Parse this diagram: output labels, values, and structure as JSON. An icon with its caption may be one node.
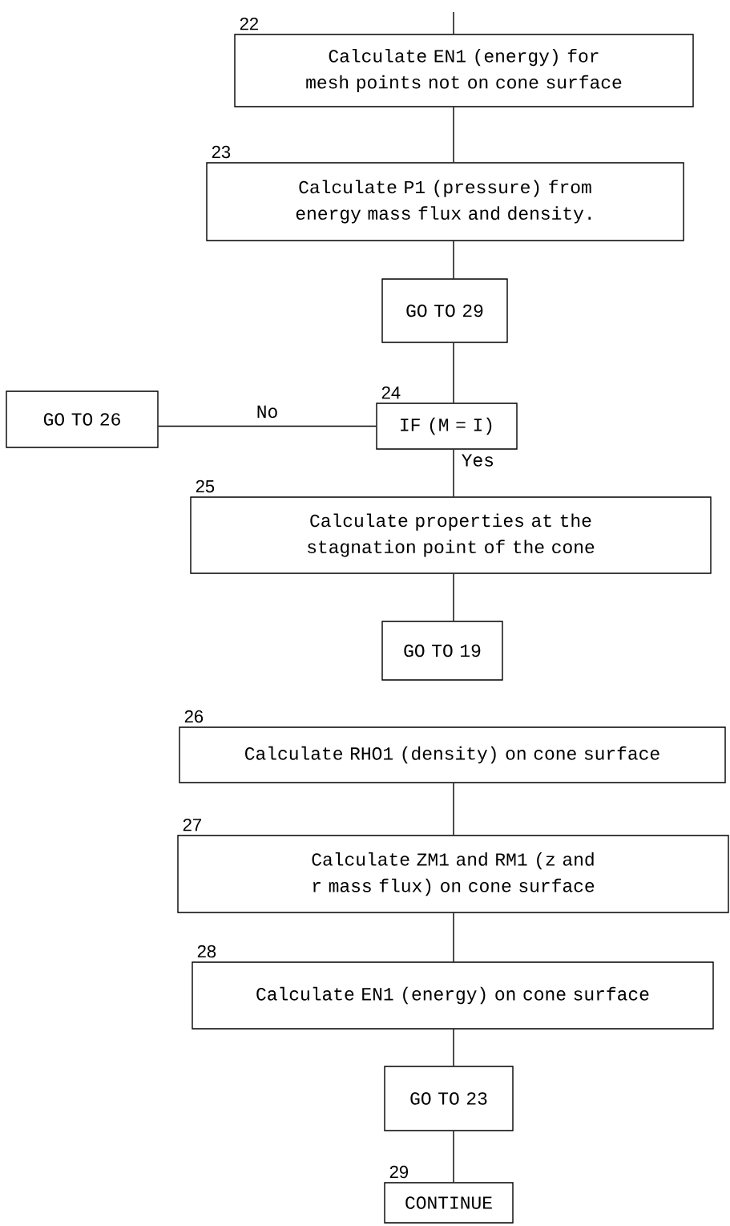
{
  "diagram": {
    "nodes": [
      {
        "text": [
          "Calculate EN1 (energy) for mesh points not on cone surface"
        ],
        "beside": [
          "22"
        ]
      },
      {
        "text": [
          "Calculate P1 (pressure) from energy mass flux and density."
        ],
        "beside": [
          "23"
        ]
      },
      {
        "text": [
          "GO TO 29"
        ]
      },
      {
        "text": [
          "IF (M = I)"
        ],
        "beside": [
          "24"
        ]
      },
      {
        "text": [
          "GO TO 26"
        ]
      },
      {
        "text": [
          "Calculate properties at the stagnation point of the cone"
        ],
        "beside": [
          "25"
        ]
      },
      {
        "text": [
          "GO TO 19"
        ]
      },
      {
        "text": [
          "Calculate RHO1 (density) on cone surface"
        ],
        "beside": [
          "26"
        ]
      },
      {
        "text": [
          "Calculate ZM1 and RM1 (z and r mass flux) on cone surface"
        ],
        "beside": [
          "27"
        ]
      },
      {
        "text": [
          "Calculate EN1 (energy) on cone surface"
        ],
        "beside": [
          "28"
        ]
      },
      {
        "text": [
          "GO TO 23"
        ]
      },
      {
        "text": [
          "CONTINUE"
        ],
        "beside": [
          "29"
        ]
      }
    ],
    "edges": [
      {
        "from": null,
        "to": 0,
        "arrow": "none"
      },
      {
        "from": 0,
        "to": 1,
        "arrow": "none"
      },
      {
        "from": 1,
        "to": 2,
        "arrow": "none"
      },
      {
        "from": 2,
        "to": 3,
        "arrow": "none"
      },
      {
        "from": 3,
        "to": 4,
        "label": "No",
        "arrow": "none"
      },
      {
        "from": 3,
        "to": 5,
        "label": "Yes",
        "arrow": "none"
      },
      {
        "from": 5,
        "to": 6,
        "arrow": "none"
      },
      {
        "from": 7,
        "to": 8,
        "arrow": "none"
      },
      {
        "from": 8,
        "to": 9,
        "arrow": "none"
      },
      {
        "from": 9,
        "to": 10,
        "arrow": "none"
      },
      {
        "from": 10,
        "to": 11,
        "arrow": "none"
      }
    ]
  }
}
